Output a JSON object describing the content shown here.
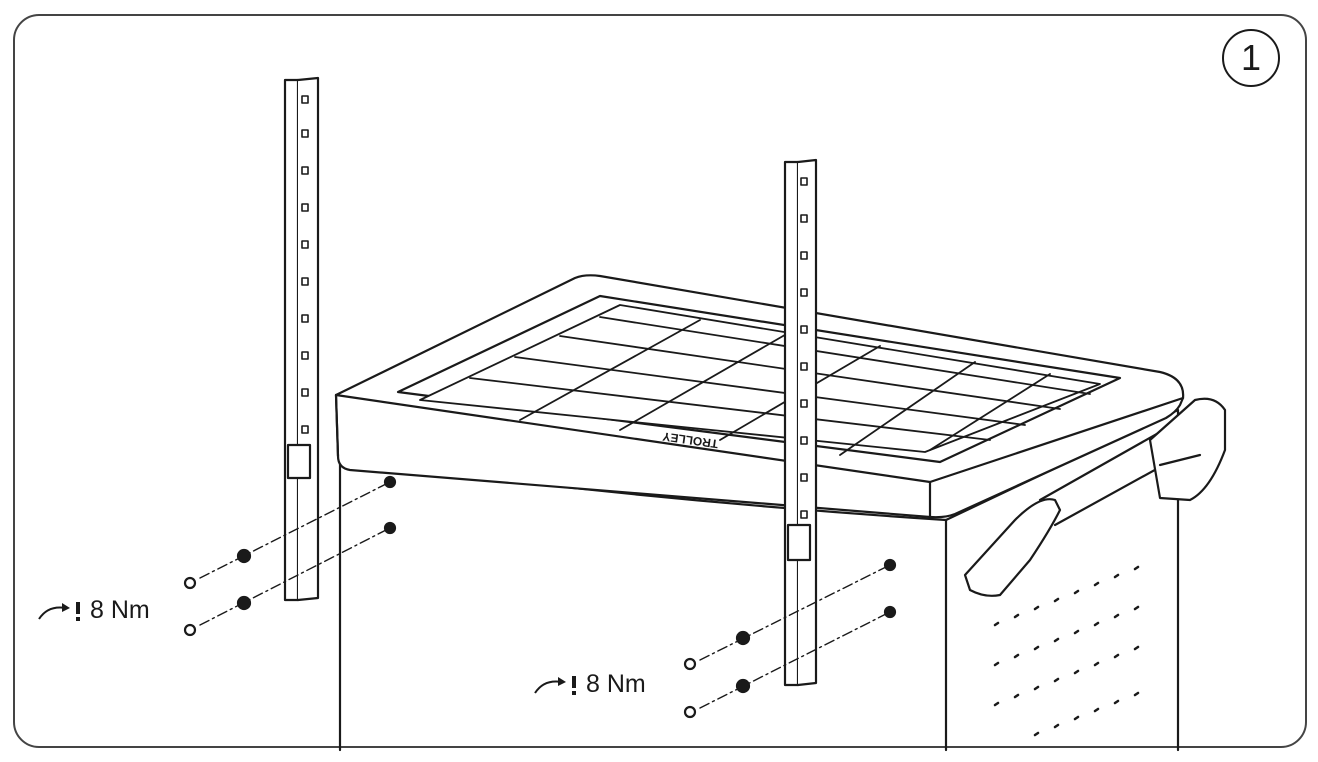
{
  "step": {
    "number": "1"
  },
  "torque_labels": [
    {
      "value": "8 Nm"
    },
    {
      "value": "8 Nm"
    }
  ],
  "colors": {
    "line": "#1a1a1a",
    "fill": "#ffffff",
    "frame": "#444444"
  },
  "icons": [
    "torque-wrench-icon",
    "step-number-circle"
  ]
}
